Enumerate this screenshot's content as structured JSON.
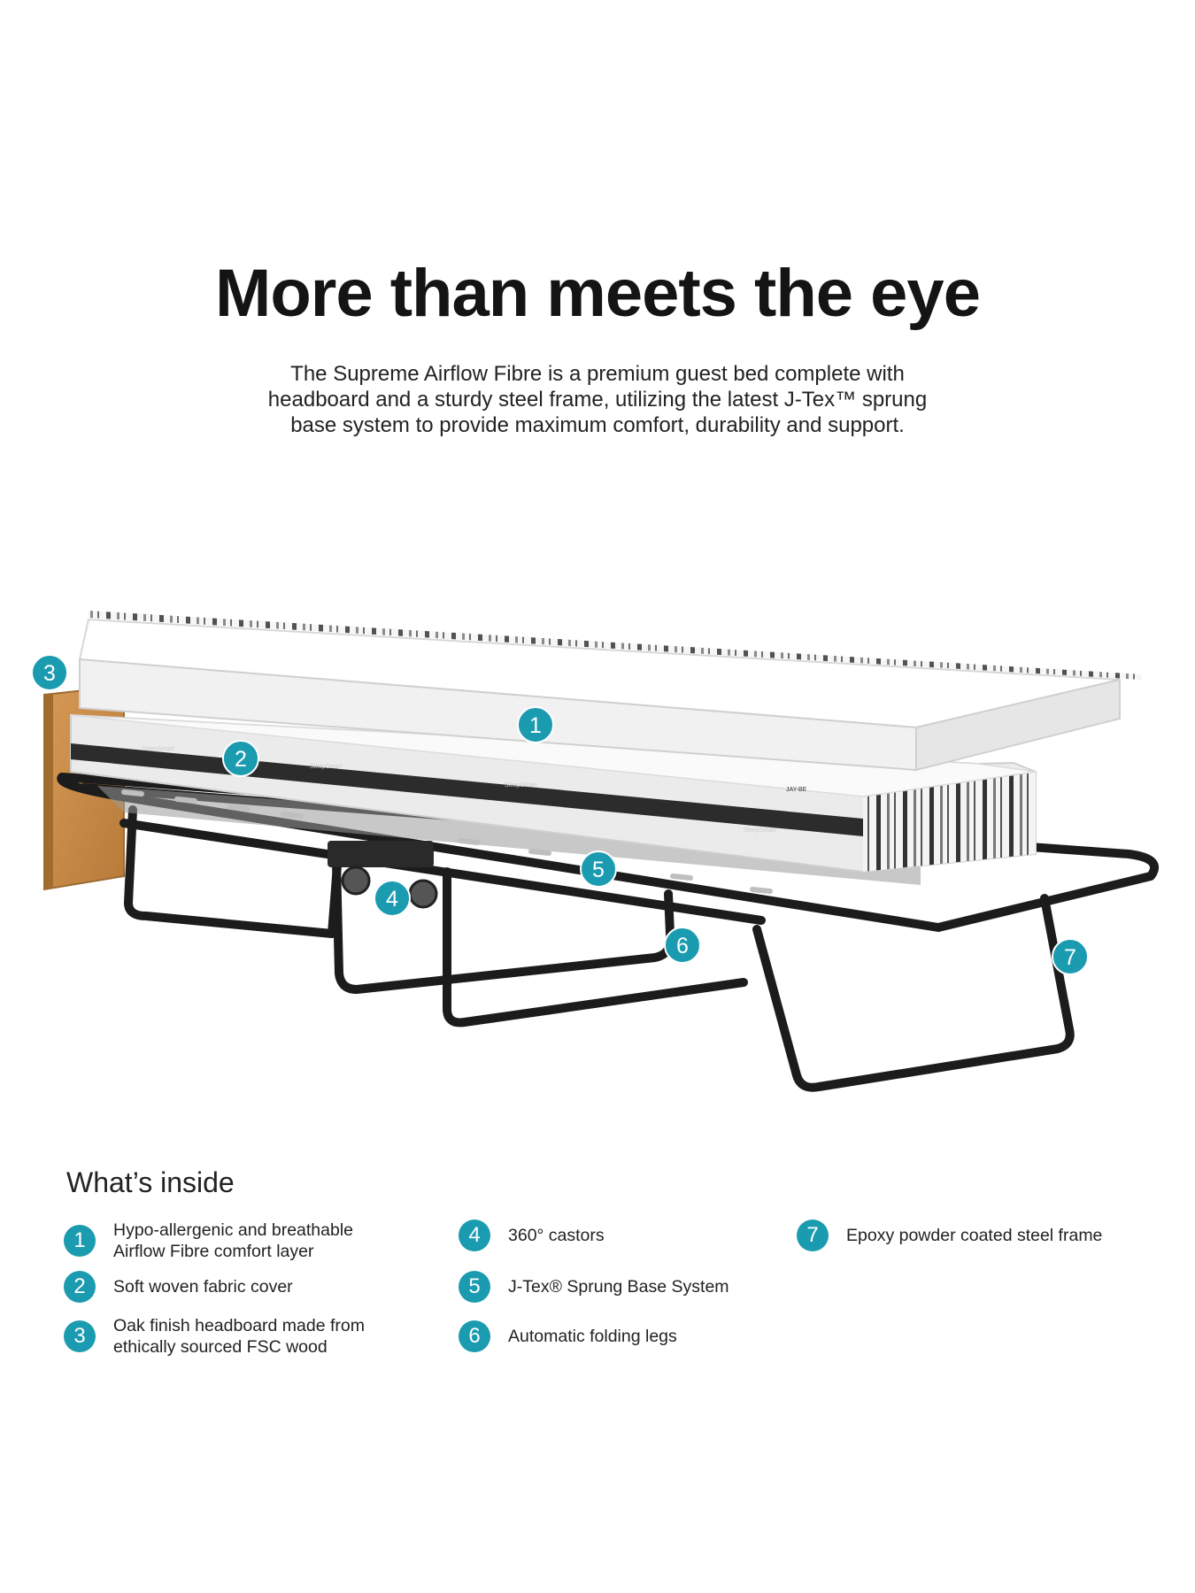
{
  "heading": {
    "title": "More than meets the eye",
    "subtitle_lines": [
      "The Supreme Airflow Fibre is a premium guest bed complete with",
      "headboard and a sturdy steel frame, utilizing the latest J-Tex™ sprung",
      "base system to provide maximum comfort, durability and support."
    ]
  },
  "callouts": [
    "1",
    "2",
    "3",
    "4",
    "5",
    "6",
    "7"
  ],
  "illustration": {
    "mattress_labels": [
      "SleepSmart",
      "SleepSmart",
      "SleepSmart",
      "JAY-BE",
      "SleepSmart"
    ]
  },
  "whats_inside": {
    "title": "What’s inside",
    "items": [
      {
        "number": "1",
        "lines": [
          "Hypo-allergenic and breathable",
          "Airflow Fibre comfort layer"
        ]
      },
      {
        "number": "2",
        "lines": [
          "Soft woven fabric cover"
        ]
      },
      {
        "number": "3",
        "lines": [
          "Oak finish headboard made from",
          "ethically sourced FSC wood"
        ]
      },
      {
        "number": "4",
        "lines": [
          "360° castors"
        ]
      },
      {
        "number": "5",
        "lines": [
          "J-Tex® Sprung Base System"
        ]
      },
      {
        "number": "6",
        "lines": [
          "Automatic folding legs"
        ]
      },
      {
        "number": "7",
        "lines": [
          "Epoxy powder coated steel frame"
        ]
      }
    ]
  },
  "colors": {
    "accent": "#1b9bb0",
    "frame": "#1c1c1c",
    "headboard": "#c98e4c",
    "text": "#1a1a1a"
  }
}
